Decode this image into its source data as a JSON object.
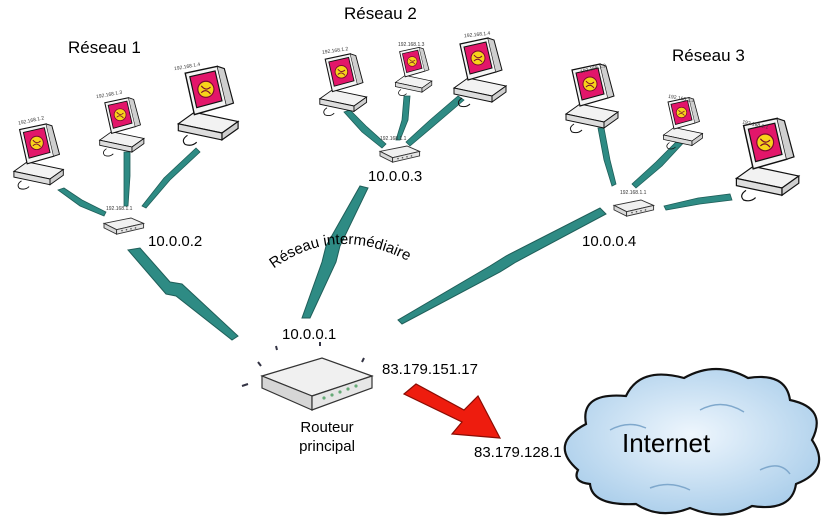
{
  "networks": [
    {
      "name": "Réseau 1",
      "router_ip": "10.0.0.2",
      "hosts": [
        "192.168.1.2",
        "192.168.1.3",
        "192.168.1.4"
      ],
      "router_small": "192.168.1.1"
    },
    {
      "name": "Réseau 2",
      "router_ip": "10.0.0.3",
      "hosts": [
        "192.168.1.2",
        "192.168.1.3",
        "192.168.1.4"
      ],
      "router_small": "192.168.1.1"
    },
    {
      "name": "Réseau 3",
      "router_ip": "10.0.0.4",
      "hosts": [
        "192.168.1.2",
        "192.168.1.3",
        "192.168.1.1"
      ],
      "router_small": "192.168.1.1"
    }
  ],
  "intermediate": {
    "label": "Réseau intermédiaire",
    "router_ip": "10.0.0.1"
  },
  "main_router": {
    "label_line1": "Routeur",
    "label_line2": "principal",
    "public_ip": "83.179.151.17"
  },
  "internet": {
    "label": "Internet",
    "gateway_ip": "83.179.128.1"
  },
  "colors": {
    "link": "#2e8b84",
    "link_dark": "#1f5e59",
    "arrow": "#ee1c0e",
    "cloud": "#cfe3f5",
    "screen": "#e2166a"
  }
}
